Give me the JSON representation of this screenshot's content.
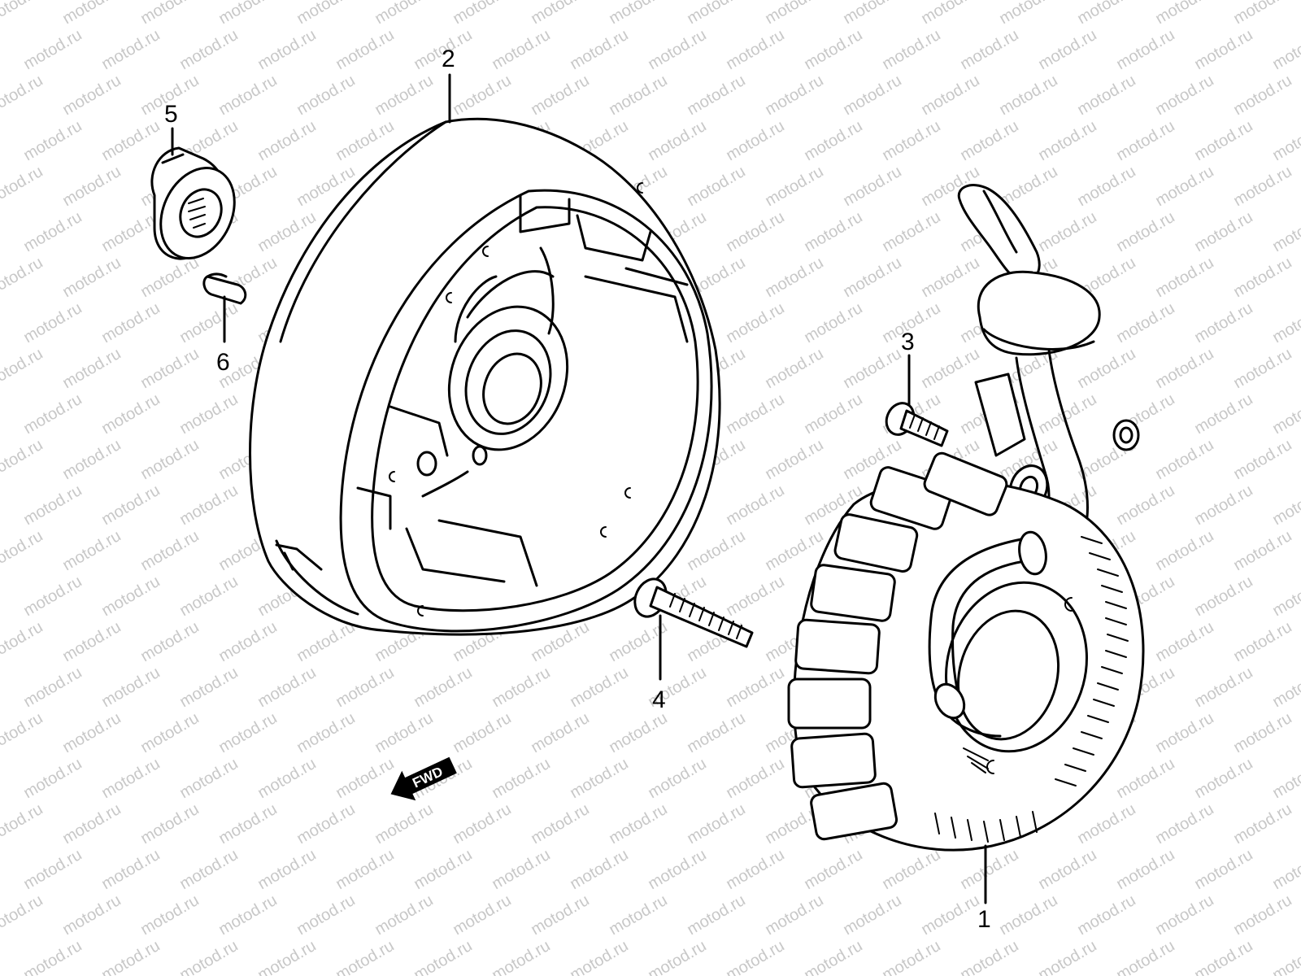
{
  "watermark": {
    "text": "motod.ru",
    "color": "#c8c8c8"
  },
  "callouts": [
    {
      "id": "1",
      "label": "1",
      "part": "stator"
    },
    {
      "id": "2",
      "label": "2",
      "part": "flywheel-rotor"
    },
    {
      "id": "3",
      "label": "3",
      "part": "stator-screw"
    },
    {
      "id": "4",
      "label": "4",
      "part": "long-bolt"
    },
    {
      "id": "5",
      "label": "5",
      "part": "flange-nut"
    },
    {
      "id": "6",
      "label": "6",
      "part": "woodruff-key"
    }
  ],
  "fwd_arrow": {
    "label": "FWD"
  },
  "colors": {
    "line": "#000000",
    "background": "#ffffff"
  }
}
